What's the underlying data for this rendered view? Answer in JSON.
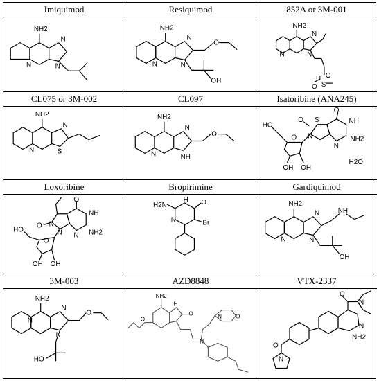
{
  "cells": [
    {
      "name": "Imiquimod"
    },
    {
      "name": "Resiquimod"
    },
    {
      "name": "852A or 3M-001"
    },
    {
      "name": "CL075 or 3M-002"
    },
    {
      "name": "CL097"
    },
    {
      "name": "Isatoribine (ANA245)"
    },
    {
      "name": "Loxoribine"
    },
    {
      "name": "Bropirimine"
    },
    {
      "name": "Gardiquimod"
    },
    {
      "name": "3M-003"
    },
    {
      "name": "AZD8848"
    },
    {
      "name": "VTX-2337"
    }
  ],
  "labels": {
    "nh2": "NH2",
    "n": "N",
    "nh": "NH",
    "h": "H",
    "o": "O",
    "oh": "OH",
    "ho": "HO",
    "s": "S",
    "br": "Br",
    "h2n": "H2N",
    "h2o": "H2O"
  }
}
